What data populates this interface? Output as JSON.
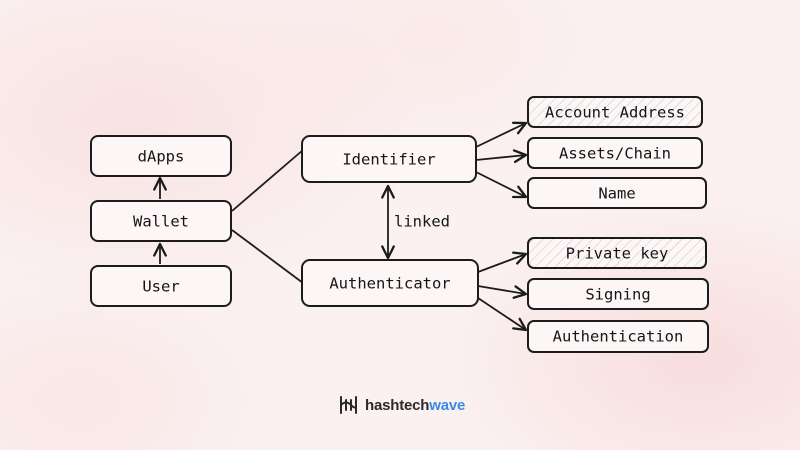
{
  "diagram": {
    "nodes": {
      "dapps": "dApps",
      "wallet": "Wallet",
      "user": "User",
      "identifier": "Identifier",
      "authenticator": "Authenticator",
      "account_address": "Account Address",
      "assets_chain": "Assets/Chain",
      "name": "Name",
      "private_key": "Private key",
      "signing": "Signing",
      "authentication": "Authentication"
    },
    "edge_label_linked": "linked"
  },
  "brand": {
    "text_part1": "hashtech",
    "text_part2": "wave",
    "icon": "hashtechwave-logo-icon",
    "accent_color": "#3c89e6"
  }
}
